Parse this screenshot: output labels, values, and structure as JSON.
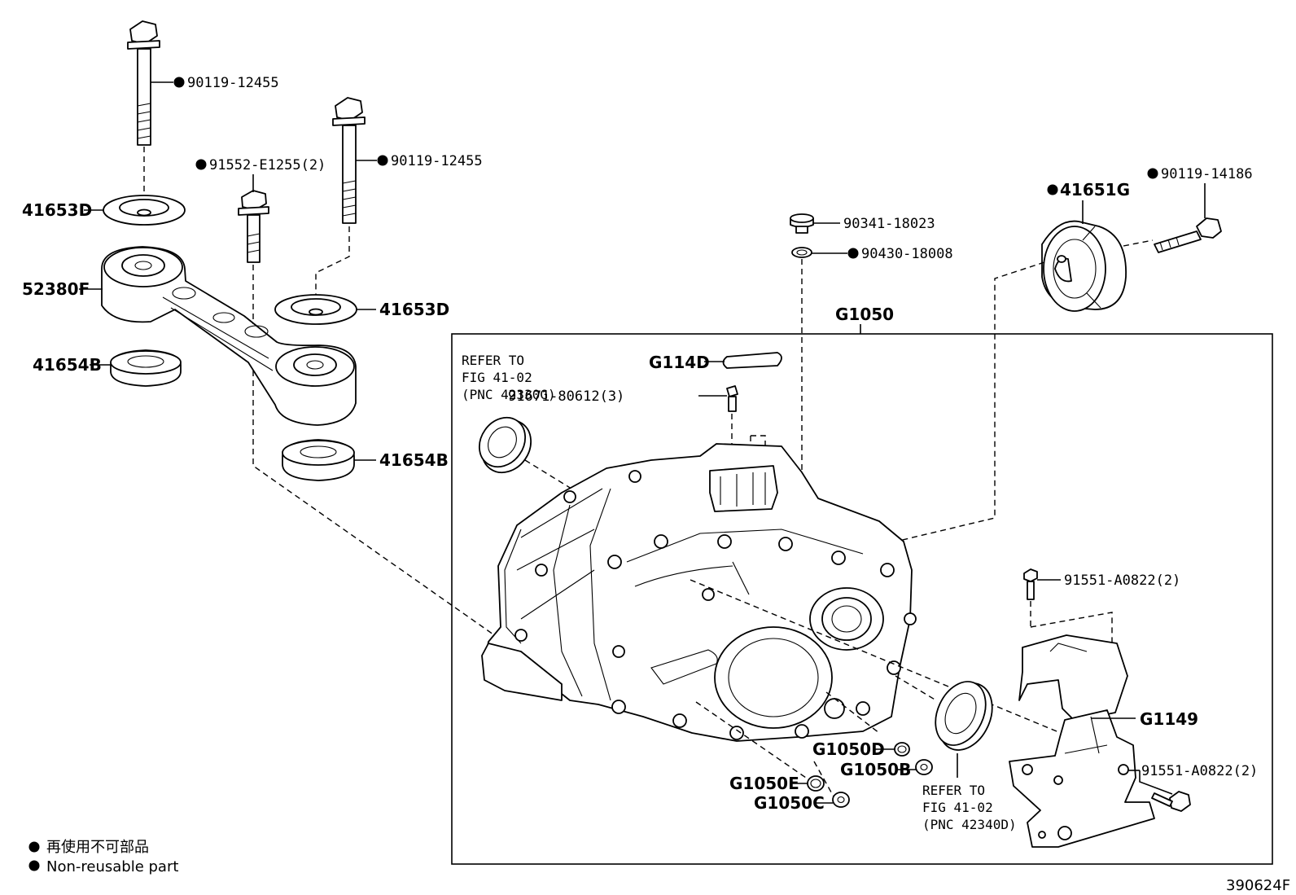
{
  "diagram": {
    "group_label": "G1050",
    "callouts": {
      "bolt_top_left": "90119-12455",
      "bolt_center": "90119-12455",
      "bolt_short": "91552-E1255(2)",
      "washer_top": "41653D",
      "washer_mid": "41653D",
      "rod": "52380F",
      "bushing_left": "41654B",
      "bushing_low": "41654B",
      "plug": "90341-18023",
      "gasket": "90430-18008",
      "mount_bushing": "41651G",
      "mount_bolt": "90119-14186",
      "cover": "G114D",
      "small_bolt": "91671-80612(3)",
      "bracket": "G1149",
      "bracket_bolt_top": "91551-A0822(2)",
      "bracket_bolt_bottom": "91551-A0822(2)",
      "ring_d": "G1050D",
      "ring_b": "G1050B",
      "ring_e": "G1050E",
      "ring_c": "G1050C"
    },
    "refer_left": [
      "REFER TO",
      "FIG 41-02",
      "(PNC 42330G)"
    ],
    "refer_right": [
      "REFER TO",
      "FIG 41-02",
      "(PNC 42340D)"
    ],
    "non_reusable_mark": [
      "90119-12455",
      "91552-E1255(2)",
      "90119-12455",
      "41651G",
      "90119-14186",
      "90430-18008"
    ]
  },
  "legend": {
    "line_jp": "再使用不可部品",
    "line_en": "Non-reusable part"
  },
  "figure_code": "390624F"
}
